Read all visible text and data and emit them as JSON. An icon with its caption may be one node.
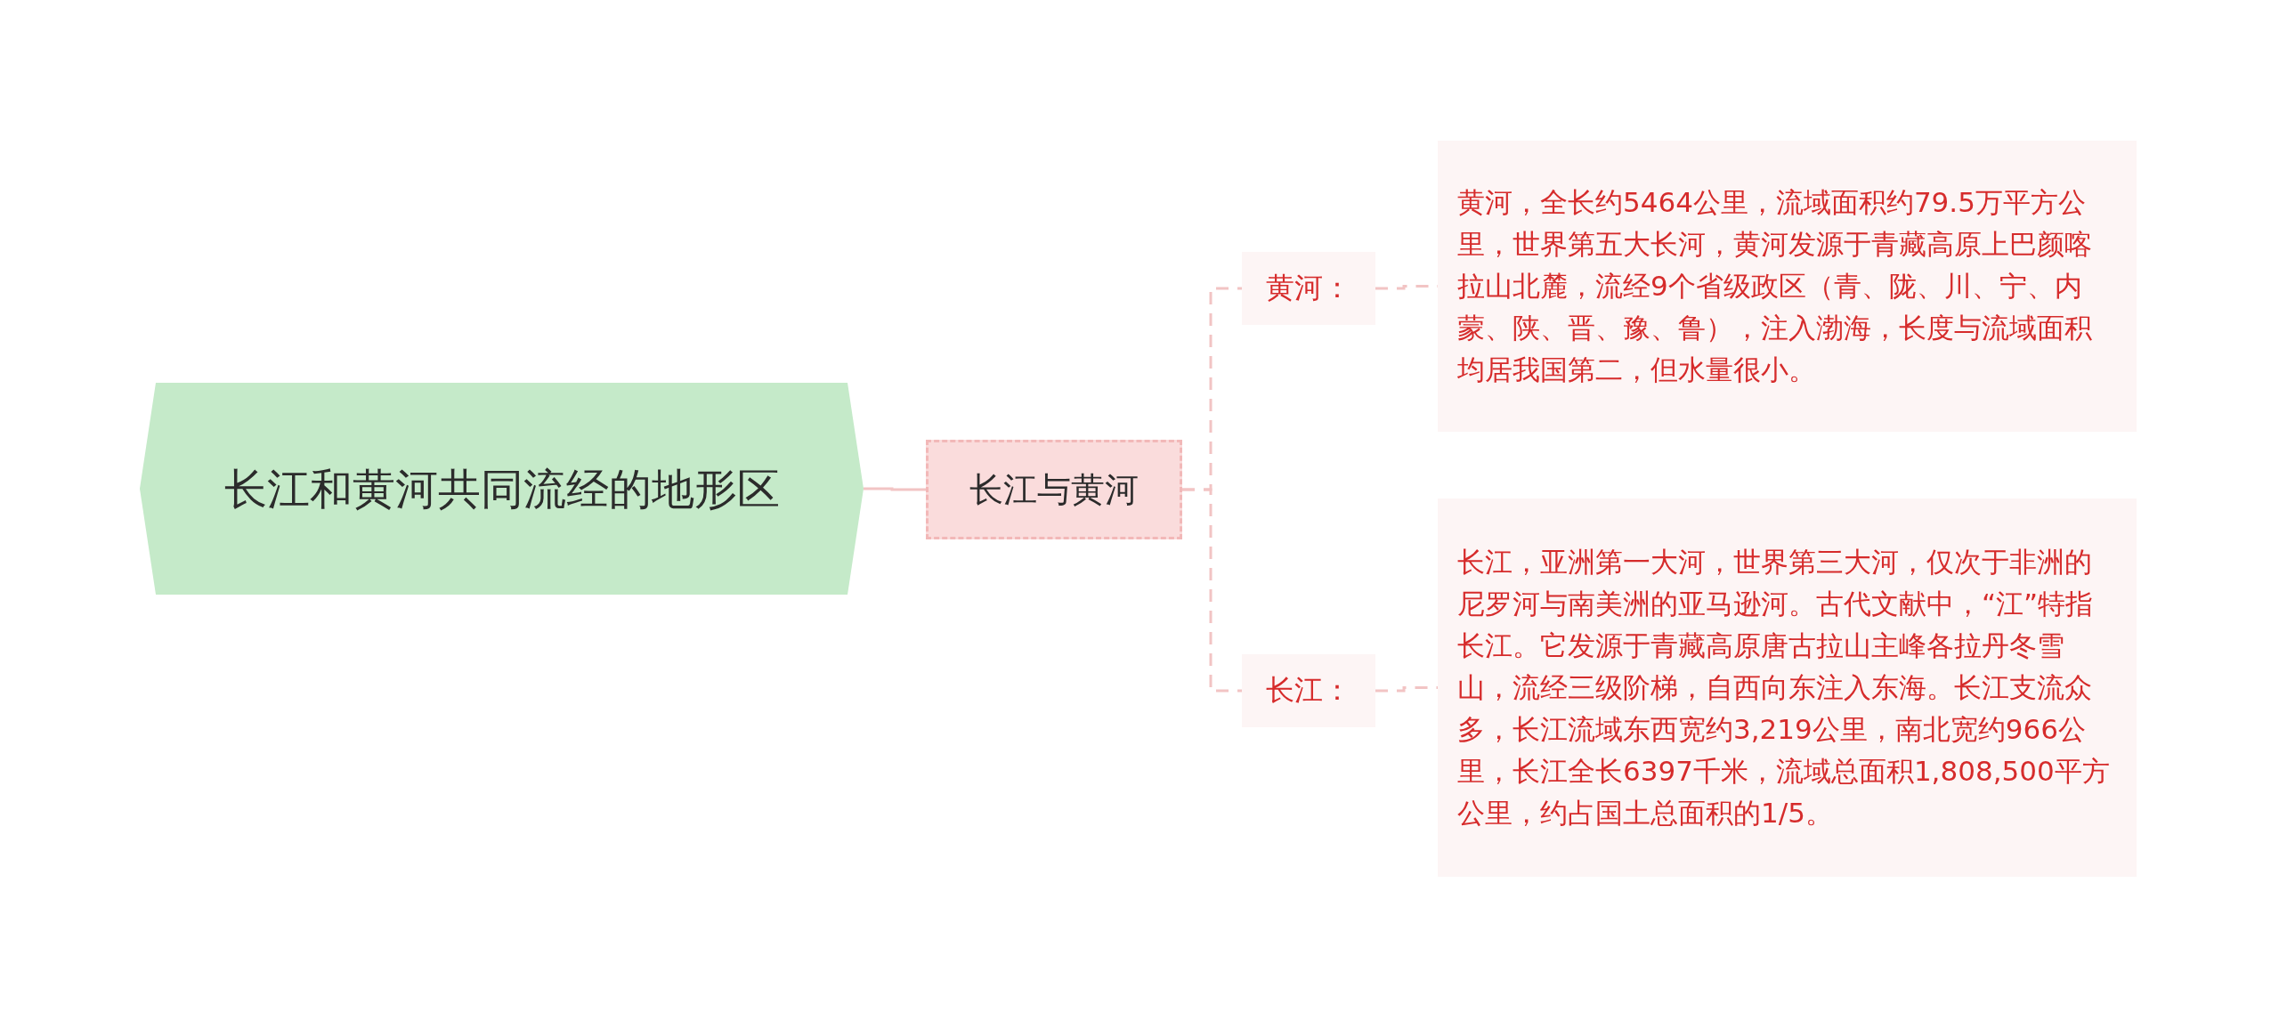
{
  "diagram": {
    "nodes": [
      {
        "text": [
          "长江和黄河共同流经的地形区"
        ]
      },
      {
        "text": [
          "长江与黄河"
        ]
      },
      {
        "text": [
          "黄河："
        ]
      },
      {
        "text": [
          "黄河，全长约5464公里，流域面积约79.5万平方公里，世界第五大长河，黄河发源于青藏高原上巴颜喀拉山北麓，流经9个省级政区（青、陇、川、宁、内蒙、陕、晋、豫、鲁），注入渤海，长度与流域面积均居我国第二，但水量很小。"
        ]
      },
      {
        "text": [
          "长江："
        ]
      },
      {
        "text": [
          "长江，亚洲第一大河，世界第三大河，仅次于非洲的尼罗河与南美洲的亚马逊河。古代文献中，“江”特指长江。它发源于青藏高原唐古拉山主峰各拉丹冬雪山，流经三级阶梯，自西向东注入东海。长江支流众多，长江流域东西宽约3,219公里，南北宽约966公里，长江全长6397千米，流域总面积1,808,500平方公里，约占国土总面积的1/5。"
        ]
      }
    ],
    "edges": [
      {
        "from": 0,
        "to": 1,
        "arrow": "none"
      },
      {
        "from": 1,
        "to": 2,
        "arrow": "none",
        "style": "dashed"
      },
      {
        "from": 1,
        "to": 4,
        "arrow": "none",
        "style": "dashed"
      },
      {
        "from": 2,
        "to": 3,
        "arrow": "none",
        "style": "dashed"
      },
      {
        "from": 4,
        "to": 5,
        "arrow": "none",
        "style": "dashed"
      }
    ]
  }
}
